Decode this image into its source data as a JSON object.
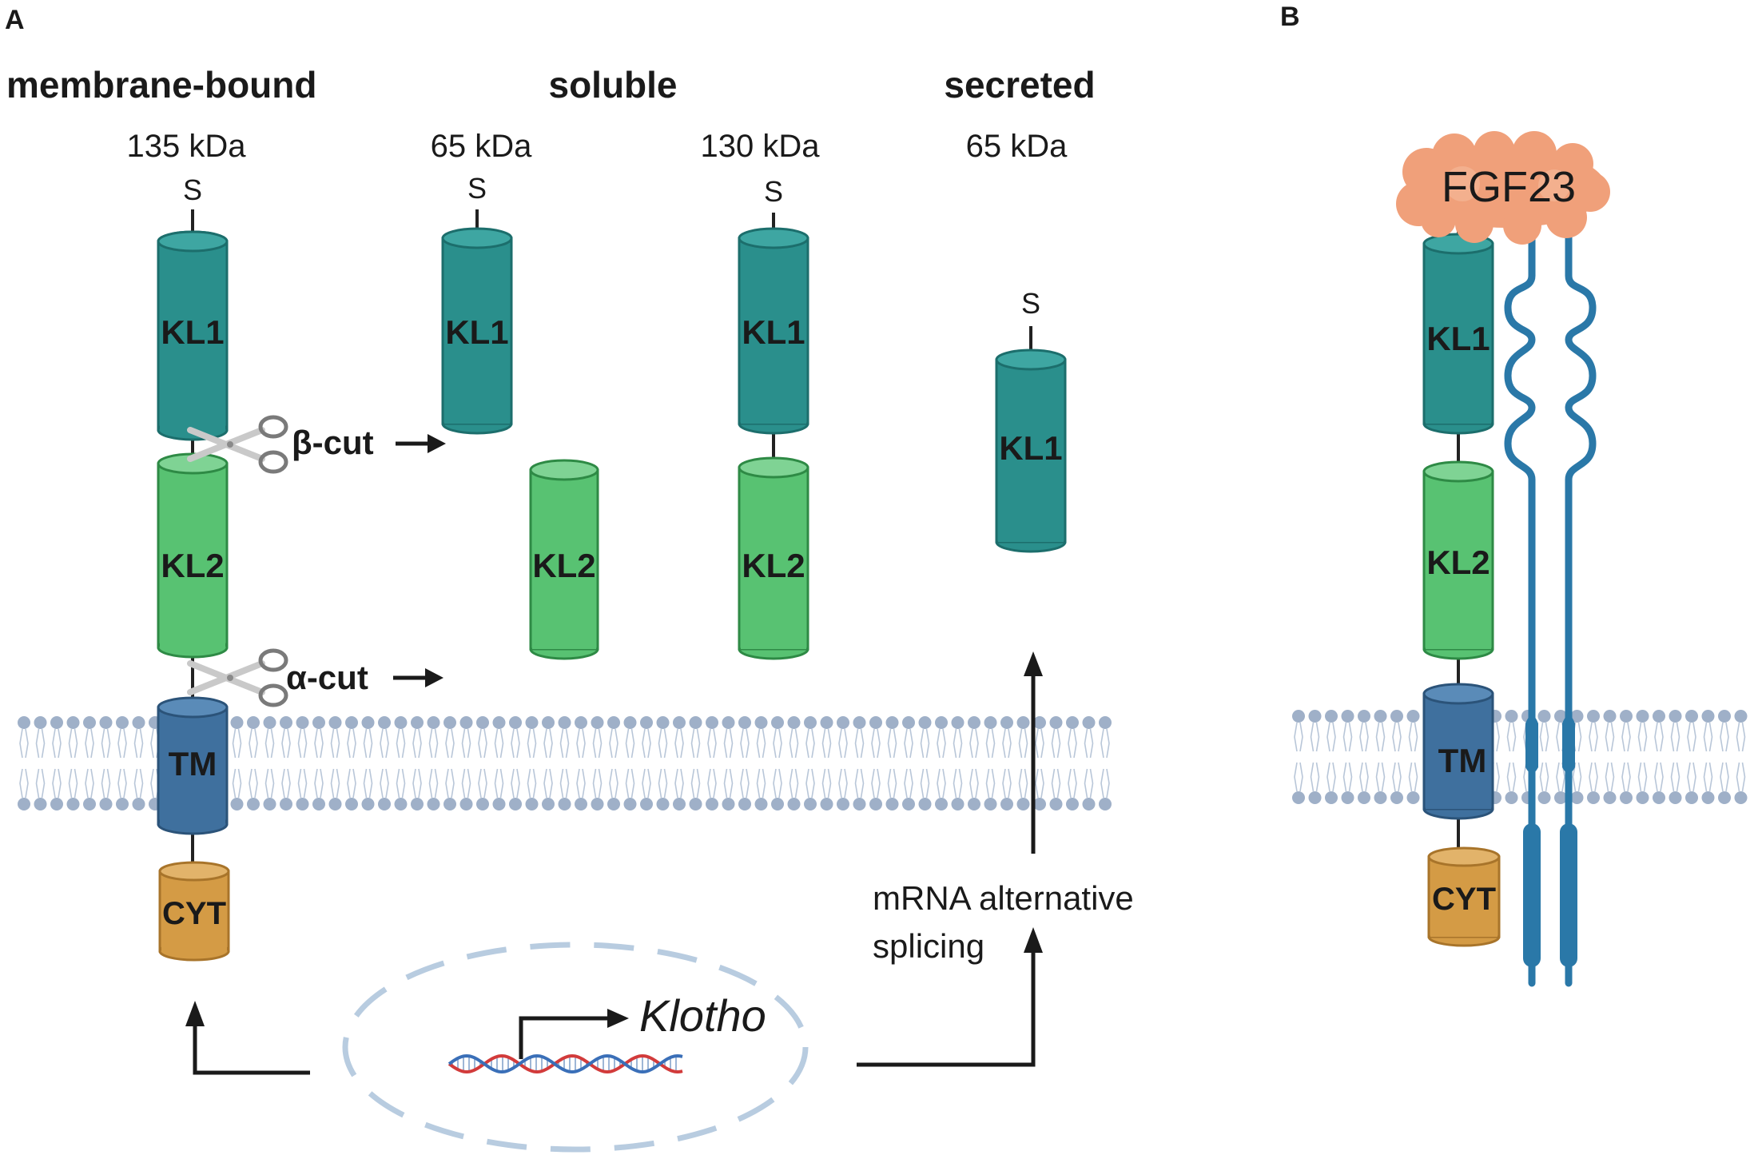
{
  "panels": {
    "a": "A",
    "b": "B"
  },
  "forms": {
    "membrane_bound": "membrane-bound",
    "soluble": "soluble",
    "secreted": "secreted"
  },
  "weights": {
    "w1": "135 kDa",
    "w2": "65 kDa",
    "w3": "130 kDa",
    "w4": "65 kDa"
  },
  "labels": {
    "s": "S",
    "kl1": "KL1",
    "kl2": "KL2",
    "tm": "TM",
    "cyt": "CYT",
    "beta_cut": "β-cut",
    "alpha_cut": "α-cut",
    "mrna_line1": "mRNA alternative",
    "mrna_line2": "splicing",
    "gene": "Klotho",
    "fgf23": "FGF23"
  },
  "colors": {
    "kl1": "#2a8f8c",
    "kl1_dark": "#1c6e6c",
    "kl2": "#58c272",
    "kl2_dark": "#2e8a45",
    "tm": "#3f709e",
    "tm_dark": "#2b5379",
    "cyt": "#d49b45",
    "cyt_dark": "#a8742a",
    "membrane": "#9fb0c8",
    "receptor": "#2a78a8",
    "fgf23": "#f0a07a",
    "nucleus": "#b8cce0",
    "dna_red": "#d23b3b",
    "dna_blue": "#3a6fb8"
  }
}
